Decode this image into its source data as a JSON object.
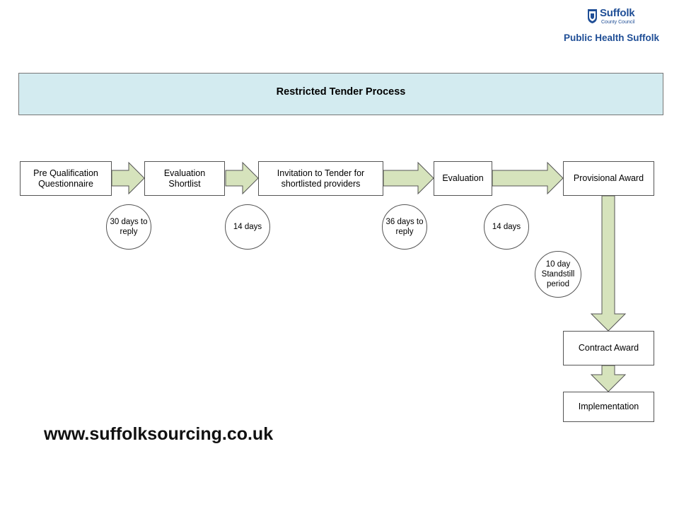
{
  "logo": {
    "name": "Suffolk",
    "subtitle": "County Council",
    "department": "Public Health Suffolk"
  },
  "title": "Restricted Tender Process",
  "steps": {
    "pqq": "Pre Qualification\nQuestionnaire",
    "shortlist": "Evaluation\nShortlist",
    "itt": "Invitation to Tender for\nshortlisted providers",
    "evaluation": "Evaluation",
    "provisional": "Provisional Award",
    "contract": "Contract Award",
    "implementation": "Implementation"
  },
  "durations": {
    "d1": "30 days to\nreply",
    "d2": "14 days",
    "d3": "36 days to\nreply",
    "d4": "14 days",
    "d5": "10 day\nStandstill\nperiod"
  },
  "website": "www.suffolksourcing.co.uk",
  "colors": {
    "arrow_fill": "#d6e3bc",
    "banner": "#d3ebf0",
    "brand": "#1f4e96"
  }
}
